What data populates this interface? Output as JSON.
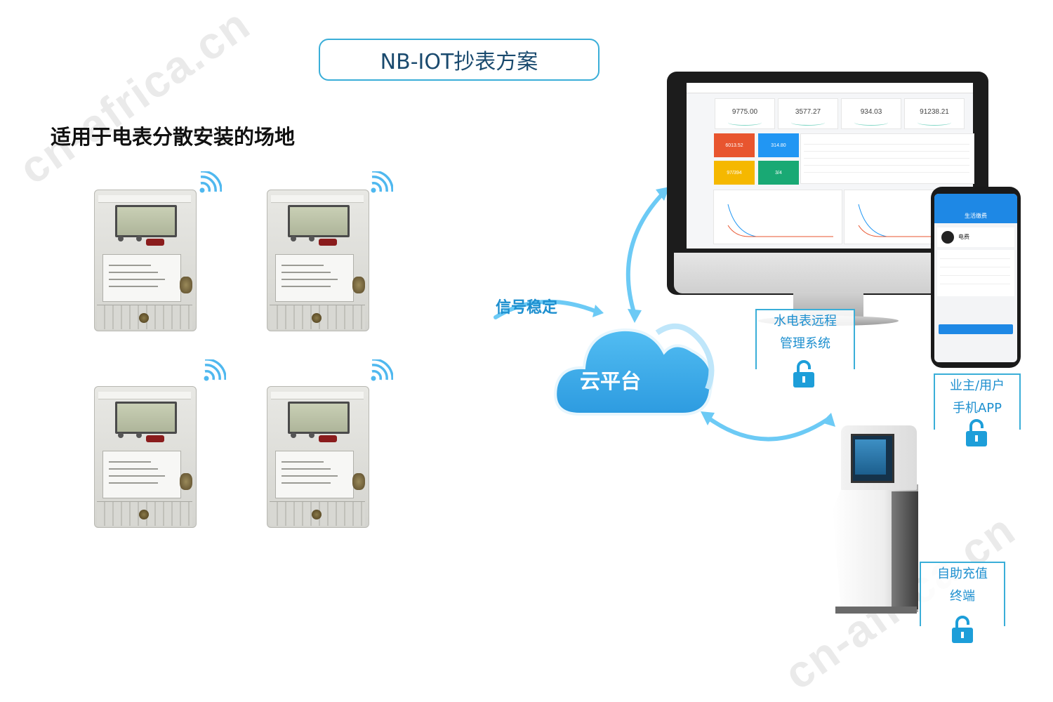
{
  "title": "NB-IOT抄表方案",
  "subtitle": "适用于电表分散安装的场地",
  "watermark": "cn-africa.cn",
  "meters": [
    {
      "id": "meter-1",
      "wifi": "wifi-icon"
    },
    {
      "id": "meter-2",
      "wifi": "wifi-icon"
    },
    {
      "id": "meter-3",
      "wifi": "wifi-icon"
    },
    {
      "id": "meter-4",
      "wifi": "wifi-icon"
    }
  ],
  "signal_label": "信号稳定",
  "cloud_label": "云平台",
  "dashboard": {
    "stats": [
      "9775.00",
      "3577.27",
      "934.03",
      "91238.21"
    ],
    "tiles": [
      {
        "value": "6013.52",
        "color": "#e8552f"
      },
      {
        "value": "314.80",
        "color": "#2196f3"
      },
      {
        "value": "97/394",
        "color": "#f5b800"
      },
      {
        "value": "3/4",
        "color": "#19a974"
      }
    ]
  },
  "phone": {
    "header": "生活缴费",
    "item": "电费"
  },
  "labels": {
    "system": [
      "水电表远程",
      "管理系统"
    ],
    "app": [
      "业主/用户",
      "手机APP"
    ],
    "kiosk": [
      "自助充值",
      "终端"
    ]
  },
  "colors": {
    "accent": "#3aaed8",
    "label_text": "#1d8fcf",
    "cloud": "#4fb8ef"
  }
}
